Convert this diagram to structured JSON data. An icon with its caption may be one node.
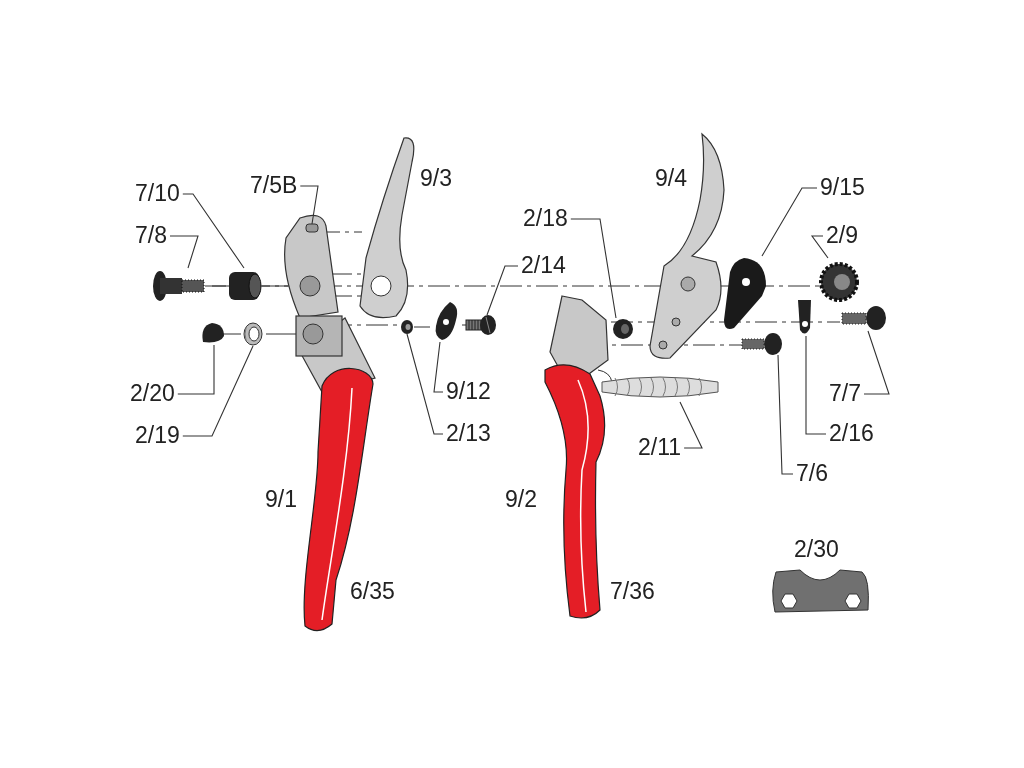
{
  "diagram": {
    "nodes": [
      {
        "text": [
          "7/10"
        ]
      },
      {
        "text": [],
        "shape": "picture"
      },
      {
        "text": [
          "7/8"
        ]
      },
      {
        "text": [],
        "shape": "picture"
      },
      {
        "text": [
          "7/5B"
        ]
      },
      {
        "text": [],
        "shape": "picture"
      },
      {
        "text": [
          "2/20"
        ]
      },
      {
        "text": [],
        "shape": "picture"
      },
      {
        "text": [
          "2/19"
        ]
      },
      {
        "text": [],
        "shape": "picture"
      },
      {
        "text": [
          "9/12"
        ]
      },
      {
        "text": [],
        "shape": "picture"
      },
      {
        "text": [
          "2/13"
        ]
      },
      {
        "text": [],
        "shape": "picture"
      },
      {
        "text": [
          "2/14"
        ]
      },
      {
        "text": [],
        "shape": "picture"
      },
      {
        "text": [
          "2/18"
        ]
      },
      {
        "text": [],
        "shape": "picture"
      },
      {
        "text": [
          "2/11"
        ]
      },
      {
        "text": [],
        "shape": "picture"
      },
      {
        "text": [
          "9/15"
        ]
      },
      {
        "text": [],
        "shape": "picture"
      },
      {
        "text": [
          "2/9"
        ]
      },
      {
        "text": [],
        "shape": "picture"
      },
      {
        "text": [
          "7/7"
        ]
      },
      {
        "text": [],
        "shape": "picture"
      },
      {
        "text": [
          "2/16"
        ]
      },
      {
        "text": [],
        "shape": "picture"
      },
      {
        "text": [
          "7/6"
        ]
      },
      {
        "text": [],
        "shape": "picture"
      }
    ],
    "edges": [
      {
        "from": 0,
        "to": 1,
        "arrow": "none"
      },
      {
        "from": 2,
        "to": 3,
        "arrow": "none"
      },
      {
        "from": 4,
        "to": 5,
        "arrow": "none"
      },
      {
        "from": 6,
        "to": 7,
        "arrow": "none"
      },
      {
        "from": 8,
        "to": 9,
        "arrow": "none"
      },
      {
        "from": 10,
        "to": 11,
        "arrow": "none"
      },
      {
        "from": 12,
        "to": 13,
        "arrow": "none"
      },
      {
        "from": 14,
        "to": 15,
        "arrow": "none"
      },
      {
        "from": 16,
        "to": 17,
        "arrow": "none"
      },
      {
        "from": 18,
        "to": 19,
        "arrow": "none"
      },
      {
        "from": 20,
        "to": 21,
        "arrow": "none"
      },
      {
        "from": 22,
        "to": 23,
        "arrow": "none"
      },
      {
        "from": 24,
        "to": 25,
        "arrow": "none"
      },
      {
        "from": 26,
        "to": 27,
        "arrow": "none"
      },
      {
        "from": 28,
        "to": 29,
        "arrow": "none"
      }
    ],
    "labels": [
      "9/3",
      "9/4",
      "9/1",
      "9/2",
      "6/35",
      "7/36",
      "2/30"
    ]
  }
}
